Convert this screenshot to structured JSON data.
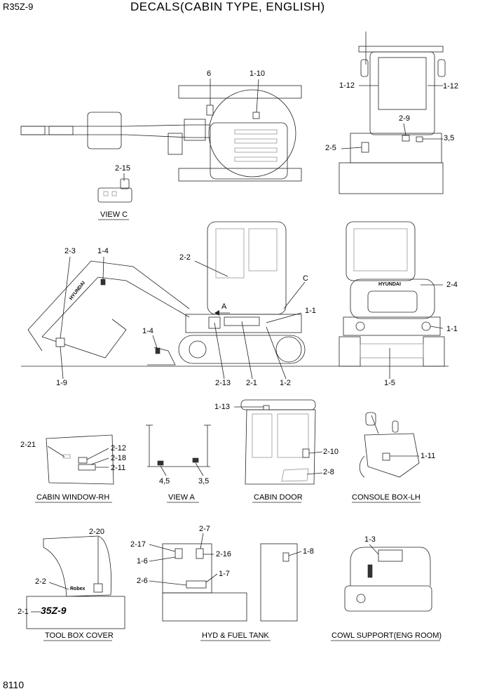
{
  "header": {
    "model": "R35Z-9",
    "title": "DECALS(CABIN TYPE, ENGLISH)"
  },
  "footer": {
    "page": "8110"
  },
  "callouts": {
    "c6": "6",
    "c1_10": "1-10",
    "c2_15": "2-15",
    "c1_12a": "1-12",
    "c1_12b": "1-12",
    "c2_9": "2-9",
    "c2_5": "2-5",
    "c3_5a": "3,5",
    "c2_3": "2-3",
    "c1_4a": "1-4",
    "c2_2a": "2-2",
    "cC": "C",
    "cA": "A",
    "c1_1a": "1-1",
    "c1_4b": "1-4",
    "c1_9": "1-9",
    "c2_13": "2-13",
    "c2_1a": "2-1",
    "c1_2": "1-2",
    "c2_4": "2-4",
    "c1_1b": "1-1",
    "c1_5": "1-5",
    "c2_21": "2-21",
    "c2_12": "2-12",
    "c2_18": "2-18",
    "c2_11": "2-11",
    "c4_5": "4,5",
    "c3_5b": "3,5",
    "c1_13": "1-13",
    "c2_10": "2-10",
    "c2_8": "2-8",
    "c1_11": "1-11",
    "c2_20": "2-20",
    "c2_2b": "2-2",
    "c2_1b": "2-1",
    "c2_7": "2-7",
    "c2_17": "2-17",
    "c2_16": "2-16",
    "c1_6": "1-6",
    "c1_7": "1-7",
    "c2_6": "2-6",
    "c1_8": "1-8",
    "c1_3": "1-3"
  },
  "captions": {
    "view_c": "VIEW C",
    "cabin_window_rh": "CABIN WINDOW-RH",
    "view_a": "VIEW A",
    "cabin_door": "CABIN DOOR",
    "console_box_lh": "CONSOLE BOX-LH",
    "tool_box_cover": "TOOL BOX COVER",
    "hyd_fuel_tank": "HYD & FUEL TANK",
    "cowl_support": "COWL SUPPORT(ENG ROOM)"
  },
  "decal_text": {
    "brand": "HYUNDAI",
    "model_mark": "35Z-9",
    "logo_small": "Robex"
  }
}
